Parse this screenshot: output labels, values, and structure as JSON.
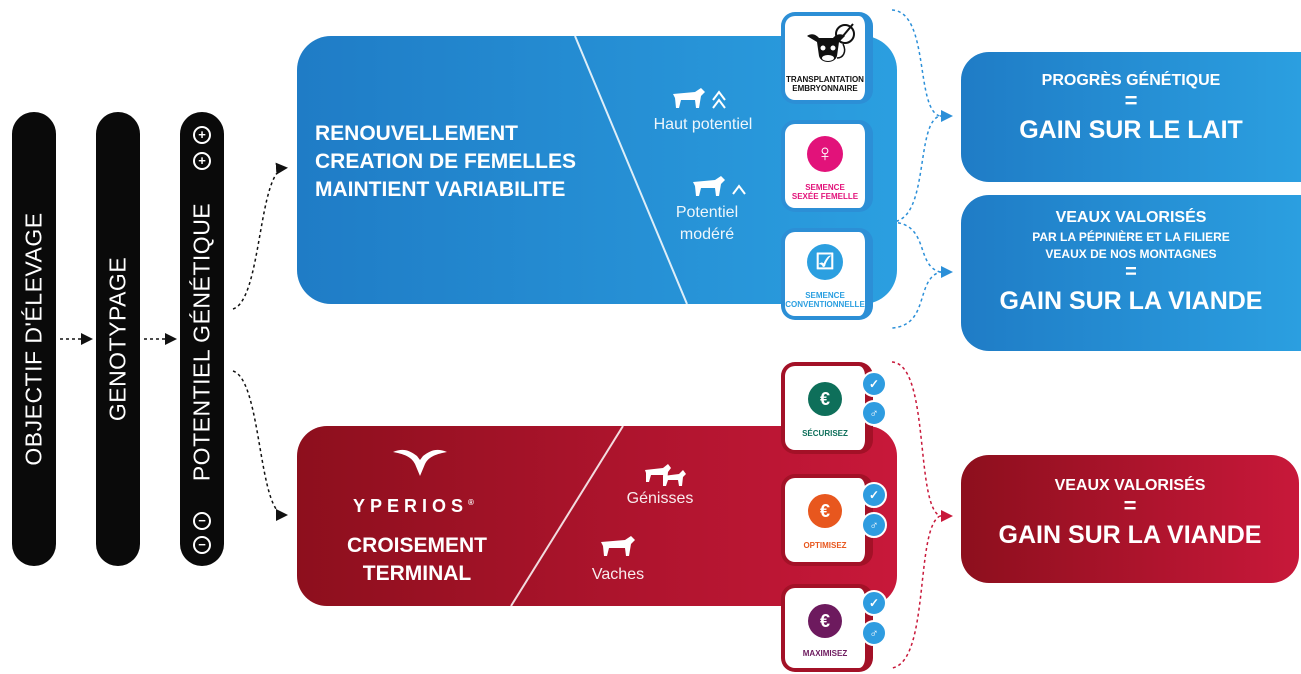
{
  "steps": {
    "objectif": "OBJECTIF D'ÉLEVAGE",
    "genotypage": "GENOTYPAGE",
    "potentiel": "POTENTIEL GÉNÉTIQUE"
  },
  "blue_panel": {
    "lines": [
      "RENOUVELLEMENT",
      "CREATION DE FEMELLES",
      "MAINTIENT VARIABILITE"
    ],
    "haut_potentiel": "Haut potentiel",
    "potentiel_modere_1": "Potentiel",
    "potentiel_modere_2": "modéré"
  },
  "blue_cards": {
    "transplantation_1": "TRANSPLANTATION",
    "transplantation_2": "EMBRYONNAIRE",
    "sexee_1": "SEMENCE",
    "sexee_2": "SEXÉE FEMELLE",
    "conv_1": "SEMENCE",
    "conv_2": "CONVENTIONNELLE"
  },
  "blue_results": {
    "r1_line1": "PROGRÈS GÉNÉTIQUE",
    "r1_eq": "=",
    "r1_line2": "GAIN SUR LE LAIT",
    "r2_line1": "VEAUX VALORISÉS",
    "r2_line2": "PAR LA PÉPINIÈRE ET LA FILIERE",
    "r2_line3": "VEAUX DE NOS MONTAGNES",
    "r2_eq": "=",
    "r2_line4": "GAIN SUR LA VIANDE"
  },
  "red_panel": {
    "brand": "YPERIOS",
    "brand_mark": "®",
    "line1": "CROISEMENT",
    "line2": "TERMINAL",
    "genisses": "Génisses",
    "vaches": "Vaches"
  },
  "red_cards": {
    "securisez": "SÉCURISEZ",
    "optimisez": "OPTIMISEZ",
    "maximisez": "MAXIMISEZ"
  },
  "red_result": {
    "line1": "VEAUX VALORISÉS",
    "eq": "=",
    "line2": "GAIN SUR LA VIANDE"
  },
  "colors": {
    "blue": "#2b9fe0",
    "blue_dark": "#1f7cc6",
    "red": "#c8183a",
    "red_dark": "#8d0f1d",
    "pink": "#e2127a",
    "teal": "#0e6f5a",
    "orange": "#e8571e",
    "purple": "#6d1a5e"
  }
}
